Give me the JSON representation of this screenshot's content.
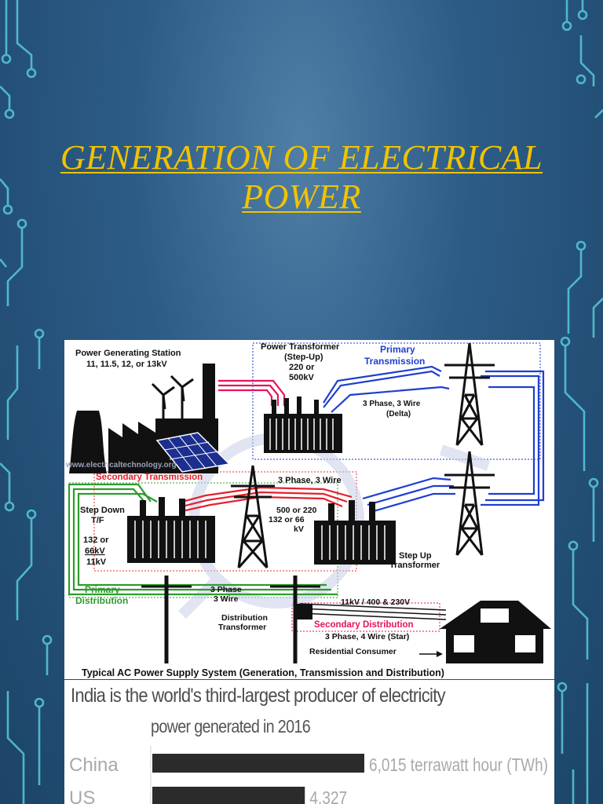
{
  "slide": {
    "title_line1": "GENERATION OF ELECTRICAL",
    "title_line2": "POWER"
  },
  "diagram": {
    "station_label": "Power Generating Station",
    "station_voltage": "11, 11.5, 12, or 13kV",
    "power_tf": "Power Transformer",
    "step_up": "(Step-Up)",
    "v_220_or": "220 or",
    "v_500kv": "500kV",
    "primary_line1": "Primary",
    "transmission": "Transmission",
    "three_phase_delta": "3 Phase, 3 Wire",
    "delta": "(Delta)",
    "watermark": "www.electricaltechnology.org",
    "secondary_transmission": "Secondary Transmission",
    "three_phase_three_wire": "3 Phase, 3 Wire",
    "step_down": "Step Down",
    "tf": "T/F",
    "v_132_or": "132 or",
    "v_66kv": "66kV",
    "v_11kv": "11kV",
    "v_500_or_220": "500 or 220",
    "v_132_or_66": "132 or 66",
    "kv": "kV",
    "step_up_line1": "Step Up",
    "transformer_label": "Transformer",
    "primary_dist_line1": "Primary",
    "distribution": "Distribution",
    "three_phase_label": "3 Phase",
    "three_wire_label": "3 Wire",
    "distribution_line1": "Distribution",
    "distribution_transformer": "Transformer",
    "low_voltage": "11kV / 400 & 230V",
    "secondary_distribution": "Secondary Distribution",
    "four_wire": "3 Phase, 4 Wire (Star)",
    "residential": "Residential Consumer",
    "caption": "Typical AC Power Supply System (Generation, Transmission and Distribution)"
  },
  "chart_data": {
    "type": "bar",
    "orientation": "horizontal",
    "title": "India is the world's third-largest producer of electricity",
    "subtitle": "power generated in 2016",
    "categories": [
      "China",
      "US"
    ],
    "values": [
      6015,
      4327
    ],
    "value_labels": [
      "6,015 terrawatt hour (TWh)",
      "4,327"
    ],
    "bar_color": "#2b2b2b",
    "label_color": "#a9a9a9"
  },
  "colors": {
    "title": "#f2c200",
    "circuit": "#54c3d6",
    "primary_blue": "#1f3fcf",
    "transmission_red": "#e5202e",
    "secondary_red": "#e8125b",
    "distribution_green": "#2e9b2e"
  }
}
